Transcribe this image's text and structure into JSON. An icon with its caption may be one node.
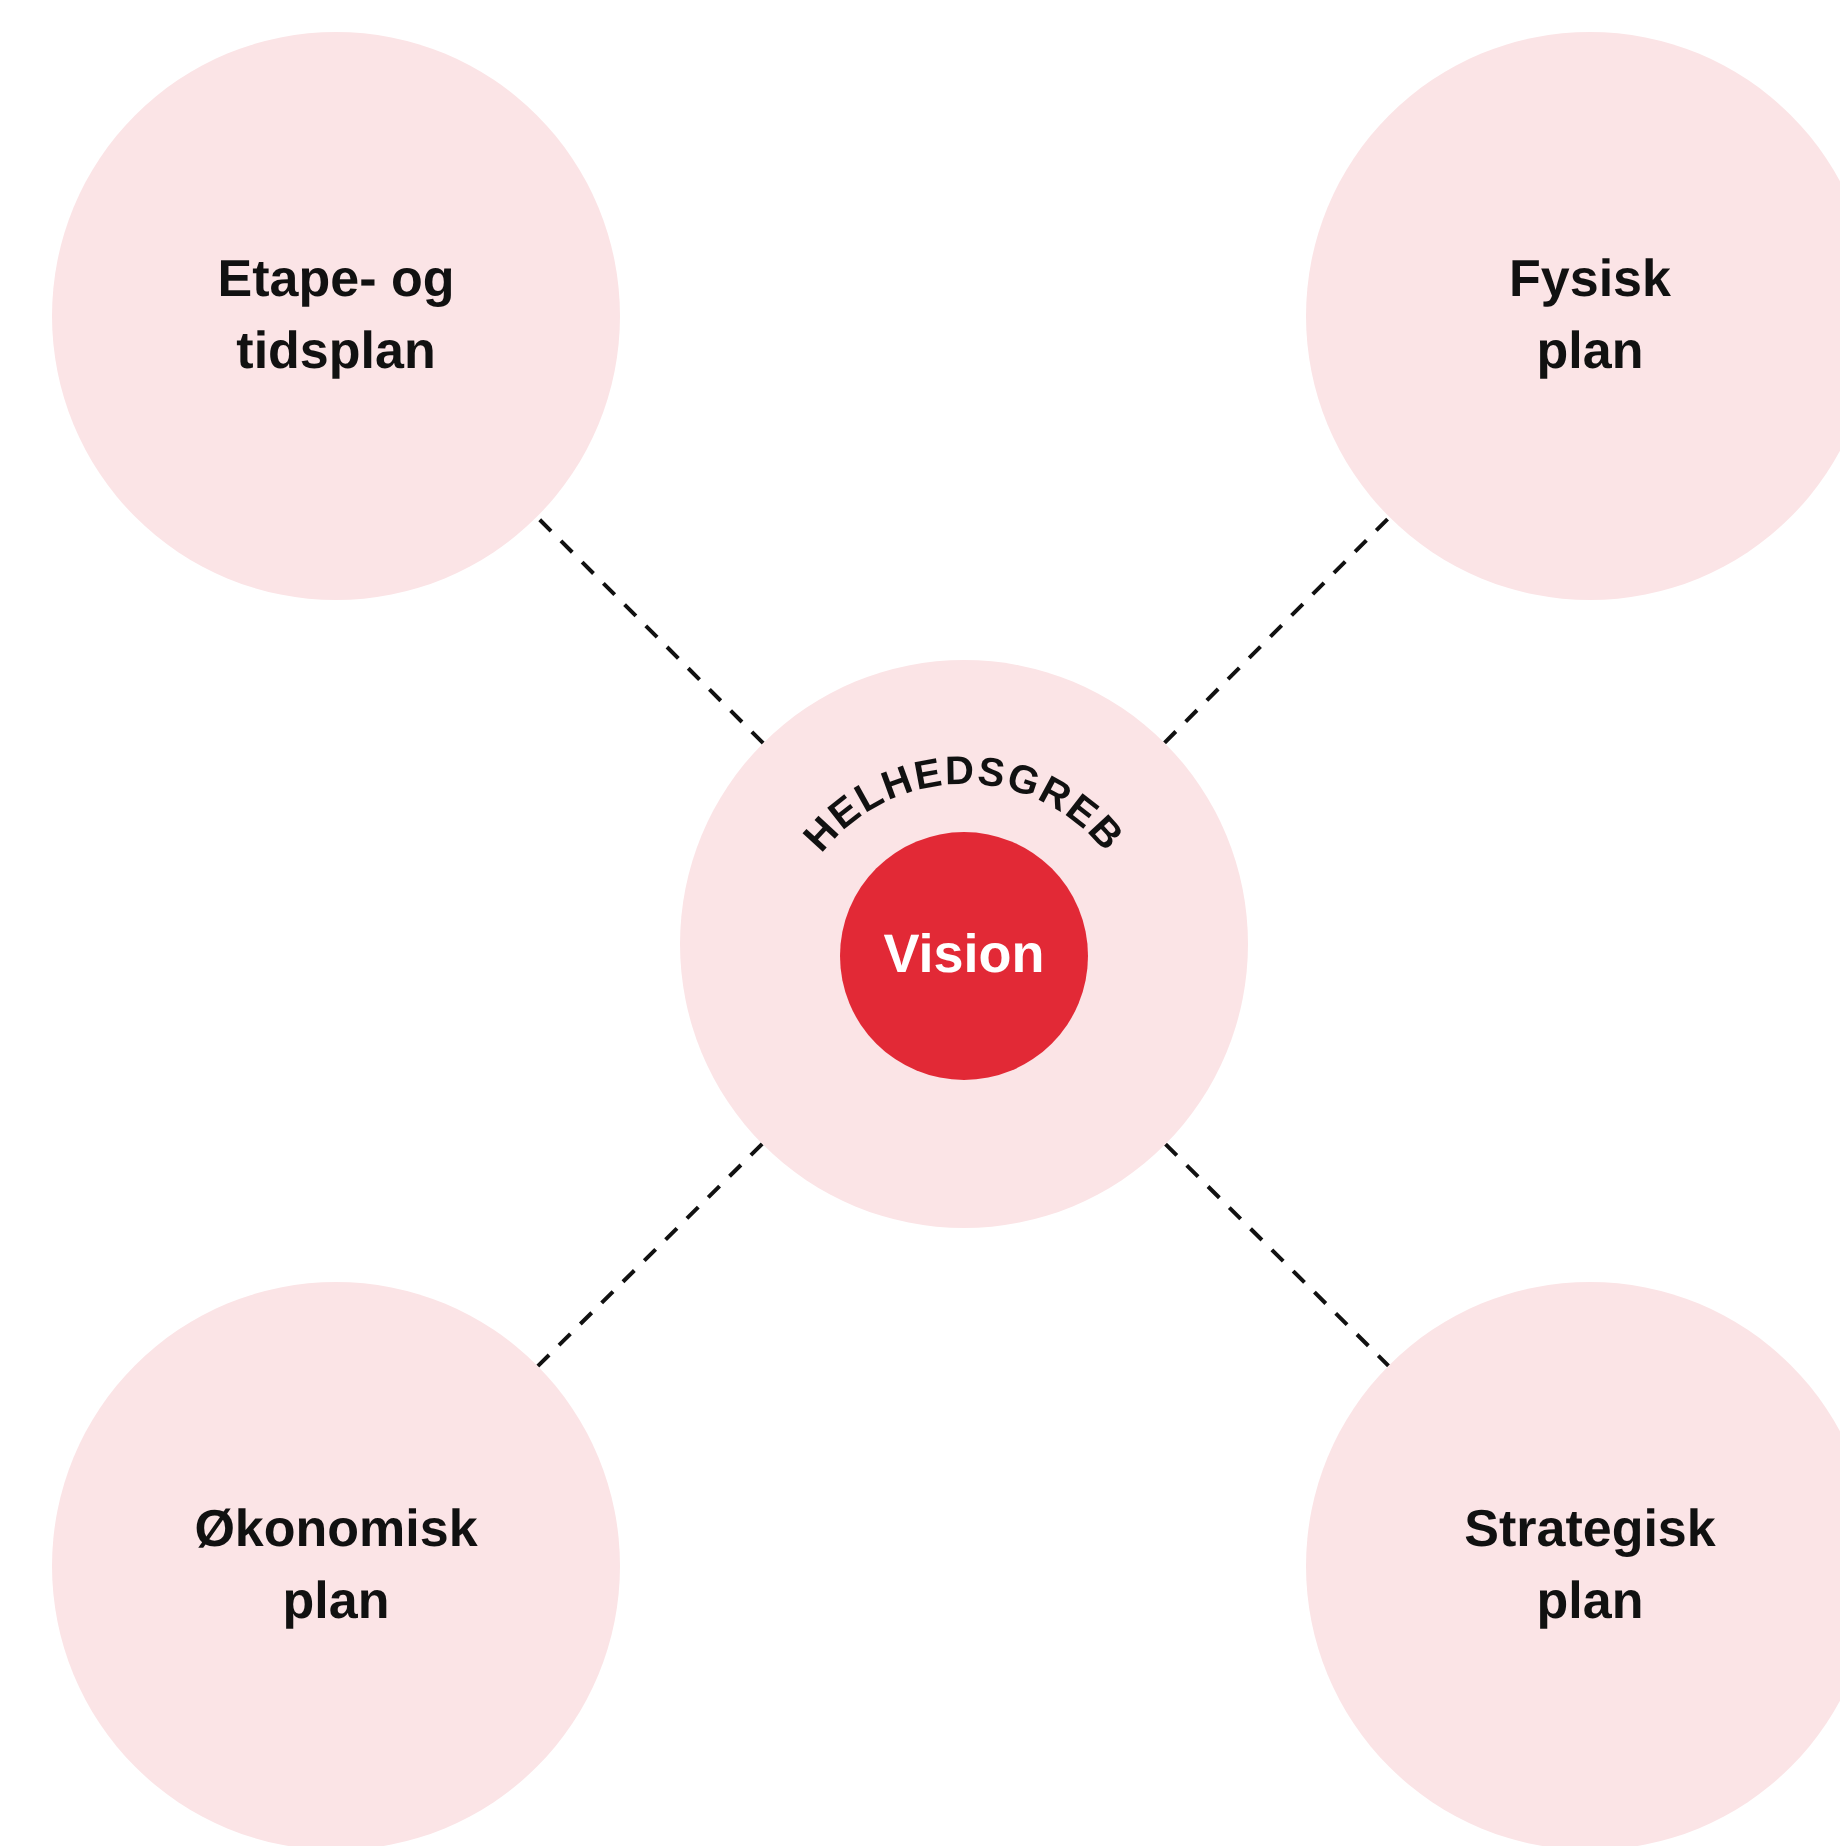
{
  "diagram": {
    "nodes": [
      {
        "text": [
          "Etape- og tidsplan"
        ]
      },
      {
        "text": [
          "Fysisk plan"
        ]
      },
      {
        "text": [
          "HELHEDSGREB"
        ]
      },
      {
        "text": [
          "Vision"
        ],
        "in": 2
      },
      {
        "text": [
          "Økonomisk plan"
        ]
      },
      {
        "text": [
          "Strategisk plan"
        ]
      }
    ],
    "edges": [
      {
        "from": 2,
        "to": 0,
        "arrow": "none",
        "style": "dashed"
      },
      {
        "from": 2,
        "to": 1,
        "arrow": "none",
        "style": "dashed"
      },
      {
        "from": 2,
        "to": 4,
        "arrow": "none",
        "style": "dashed"
      },
      {
        "from": 2,
        "to": 5,
        "arrow": "none",
        "style": "dashed"
      }
    ]
  }
}
